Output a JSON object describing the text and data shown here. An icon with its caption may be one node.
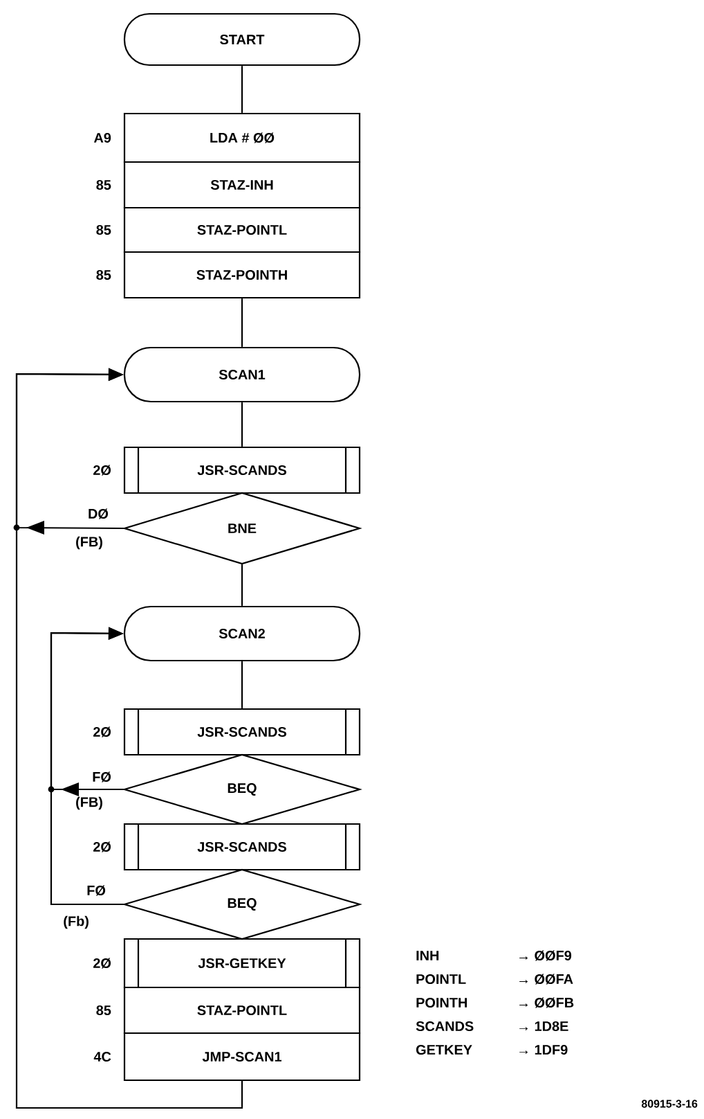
{
  "diagram": {
    "nodes": [
      {
        "text": [
          "START"
        ]
      },
      {
        "text": [
          "LDA # ØØ"
        ],
        "beside": [
          "A9"
        ]
      },
      {
        "text": [
          "STAZ-INH"
        ],
        "beside": [
          "85"
        ]
      },
      {
        "text": [
          "STAZ-POINTL"
        ],
        "beside": [
          "85"
        ]
      },
      {
        "text": [
          "STAZ-POINTH"
        ],
        "beside": [
          "85"
        ]
      },
      {
        "text": [
          "SCAN1"
        ]
      },
      {
        "text": [
          "JSR-SCANDS"
        ],
        "beside": [
          "2Ø"
        ]
      },
      {
        "text": [
          "BNE"
        ],
        "beside": [
          "DØ",
          "(FB)"
        ]
      },
      {
        "text": [
          "SCAN2"
        ]
      },
      {
        "text": [
          "JSR-SCANDS"
        ],
        "beside": [
          "2Ø"
        ]
      },
      {
        "text": [
          "BEQ"
        ],
        "beside": [
          "FØ",
          "(FB)"
        ]
      },
      {
        "text": [
          "JSR-SCANDS"
        ],
        "beside": [
          "2Ø"
        ]
      },
      {
        "text": [
          "BEQ"
        ],
        "beside": [
          "FØ",
          "(Fb)"
        ]
      },
      {
        "text": [
          "JSR-GETKEY"
        ],
        "beside": [
          "2Ø"
        ]
      },
      {
        "text": [
          "STAZ-POINTL"
        ],
        "beside": [
          "85"
        ]
      },
      {
        "text": [
          "JMP-SCAN1"
        ],
        "beside": [
          "4C"
        ]
      }
    ],
    "edges": [
      {
        "from": 0,
        "to": 1,
        "arrow": "none"
      },
      {
        "from": 4,
        "to": 5,
        "arrow": "none"
      },
      {
        "from": 5,
        "to": 6,
        "arrow": "none"
      },
      {
        "from": 7,
        "to": 8,
        "arrow": "none"
      },
      {
        "from": 8,
        "to": 9,
        "arrow": "none"
      },
      {
        "from": 7,
        "to": 5,
        "arrow": "to"
      },
      {
        "from": 15,
        "to": 5,
        "arrow": "to"
      },
      {
        "from": 10,
        "to": 8,
        "arrow": "to"
      },
      {
        "from": 12,
        "to": 8,
        "arrow": "to"
      }
    ],
    "labels": [
      "INH",
      "→ ØØF9",
      "POINTL",
      "→ ØØFA",
      "POINTH",
      "→ ØØFB",
      "SCANDS",
      "→ 1D8E",
      "GETKEY",
      "→ 1DF9",
      "80915-3-16"
    ]
  }
}
